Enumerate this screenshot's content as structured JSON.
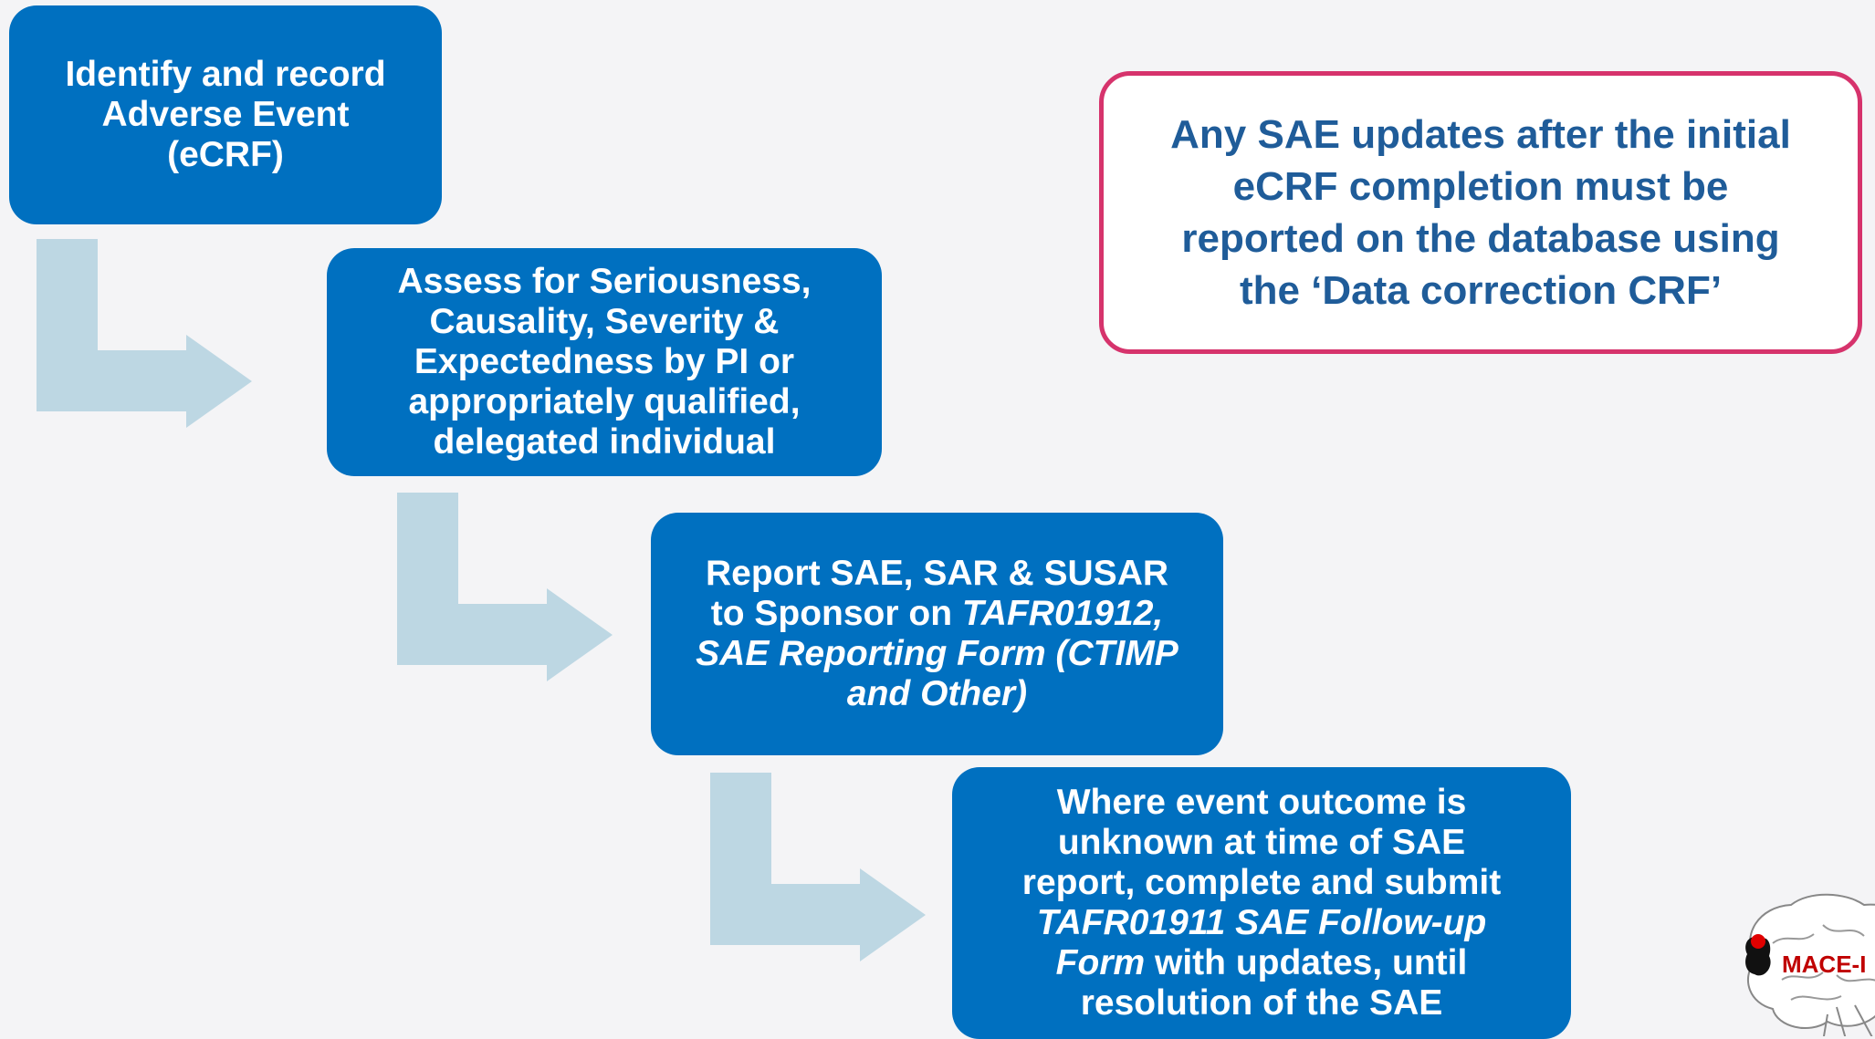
{
  "steps": [
    {
      "lines": [
        {
          "parts": [
            {
              "text": "Identify and record",
              "italic": false
            }
          ]
        },
        {
          "parts": [
            {
              "text": "Adverse Event",
              "italic": false
            }
          ]
        },
        {
          "parts": [
            {
              "text": "(eCRF)",
              "italic": false
            }
          ]
        }
      ]
    },
    {
      "lines": [
        {
          "parts": [
            {
              "text": "Assess for Seriousness,",
              "italic": false
            }
          ]
        },
        {
          "parts": [
            {
              "text": "Causality, Severity &",
              "italic": false
            }
          ]
        },
        {
          "parts": [
            {
              "text": "Expectedness by PI or",
              "italic": false
            }
          ]
        },
        {
          "parts": [
            {
              "text": "appropriately qualified,",
              "italic": false
            }
          ]
        },
        {
          "parts": [
            {
              "text": "delegated individual",
              "italic": false
            }
          ]
        }
      ]
    },
    {
      "lines": [
        {
          "parts": [
            {
              "text": "Report SAE, SAR & SUSAR",
              "italic": false
            }
          ]
        },
        {
          "parts": [
            {
              "text": "to Sponsor on ",
              "italic": false
            },
            {
              "text": "TAFR01912,",
              "italic": true
            }
          ]
        },
        {
          "parts": [
            {
              "text": "SAE Reporting Form (CTIMP",
              "italic": true
            }
          ]
        },
        {
          "parts": [
            {
              "text": "and Other)",
              "italic": true
            }
          ]
        }
      ]
    },
    {
      "lines": [
        {
          "parts": [
            {
              "text": "Where event outcome is",
              "italic": false
            }
          ]
        },
        {
          "parts": [
            {
              "text": "unknown at time of SAE",
              "italic": false
            }
          ]
        },
        {
          "parts": [
            {
              "text": "report, complete and submit",
              "italic": false
            }
          ]
        },
        {
          "parts": [
            {
              "text": "TAFR01911 SAE Follow-up",
              "italic": true
            }
          ]
        },
        {
          "parts": [
            {
              "text": "Form",
              "italic": true
            },
            {
              "text": " with updates, until",
              "italic": false
            }
          ]
        },
        {
          "parts": [
            {
              "text": "resolution of the SAE",
              "italic": false
            }
          ]
        }
      ]
    }
  ],
  "note": {
    "lines": [
      "Any SAE updates after the initial",
      "eCRF completion must be",
      "reported on the database using",
      "the ‘Data correction CRF’"
    ]
  },
  "logo": {
    "text": "MACE-I"
  },
  "colors": {
    "step_fill": "#0070c0",
    "step_text": "#ffffff",
    "arrow_fill": "#bdd7e3",
    "note_border": "#d6336c",
    "note_text": "#1f5c99",
    "background": "#f4f4f6",
    "logo_text": "#c00000"
  }
}
